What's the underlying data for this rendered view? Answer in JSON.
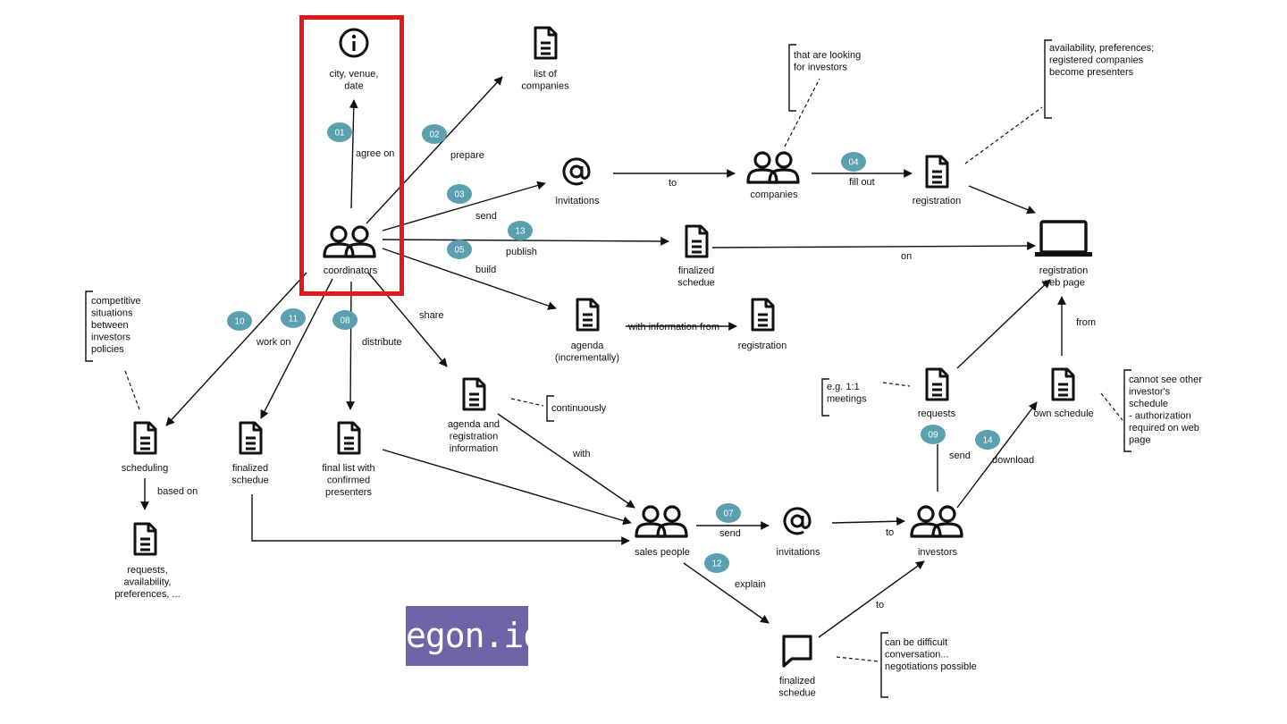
{
  "logo": "egon.io",
  "nodes": {
    "info": {
      "label": "city, venue,\ndate",
      "icon": "info-icon"
    },
    "list_companies": {
      "label": "list of\ncompanies",
      "icon": "document-icon"
    },
    "invitations1": {
      "label": "invitations",
      "icon": "at-icon"
    },
    "companies": {
      "label": "companies",
      "icon": "people-icon"
    },
    "registration1": {
      "label": "registration",
      "icon": "document-icon"
    },
    "webpage": {
      "label": "registration\nweb page",
      "icon": "laptop-icon"
    },
    "coordinators": {
      "label": "coordinators",
      "icon": "people-icon"
    },
    "finalized_schedule1": {
      "label": "finalized\nschedue",
      "icon": "document-icon"
    },
    "agenda": {
      "label": "agenda\n(incrementally)",
      "icon": "document-icon"
    },
    "registration2": {
      "label": "registration",
      "icon": "document-icon"
    },
    "scheduling": {
      "label": "scheduling",
      "icon": "document-icon"
    },
    "requests_avail": {
      "label": "requests,\navailability,\npreferences, ...",
      "icon": "document-icon"
    },
    "finalized_schedule2": {
      "label": "finalized\nschedue",
      "icon": "document-icon"
    },
    "final_list": {
      "label": "final list with\nconfirmed\npresenters",
      "icon": "document-icon"
    },
    "agenda_reg": {
      "label": "agenda and\nregistration\ninformation",
      "icon": "document-icon"
    },
    "sales": {
      "label": "sales people",
      "icon": "people-icon"
    },
    "invitations2": {
      "label": "invitations",
      "icon": "at-icon"
    },
    "investors": {
      "label": "investors",
      "icon": "people-icon"
    },
    "requests": {
      "label": "requests",
      "icon": "document-icon"
    },
    "own_schedule": {
      "label": "own schedule",
      "icon": "document-icon"
    },
    "finalized_schedule3": {
      "label": "finalized\nschedue",
      "icon": "chat-icon"
    }
  },
  "edges": {
    "agree_on": "agree on",
    "prepare": "prepare",
    "to1": "to",
    "fill_out": "fill out",
    "send1": "send",
    "publish": "publish",
    "build": "build",
    "on": "on",
    "share": "share",
    "work_on": "work on",
    "distribute": "distribute",
    "with_info_from": "with information from",
    "based_on": "based on",
    "with": "with",
    "send2": "send",
    "to2": "to",
    "explain": "explain",
    "to3": "to",
    "send3": "send",
    "download": "download",
    "from": "from"
  },
  "badges": [
    "01",
    "02",
    "03",
    "04",
    "05",
    "13",
    "10",
    "11",
    "08",
    "07",
    "12",
    "09",
    "14"
  ],
  "notes": {
    "looking": "that are looking\nfor investors",
    "avail": "availability, preferences;\nregistered companies\nbecome presenters",
    "competitive": "competitive\nsituations\nbetween\ninvestors\npolicies",
    "continuously": "continuously",
    "meetings": "e.g. 1:1\nmeetings",
    "cannot_see": "cannot see other\ninvestor's\nschedule\n- authorization\nrequired on web\npage",
    "difficult": "can be difficult\nconversation...\nnegotiations possible"
  }
}
